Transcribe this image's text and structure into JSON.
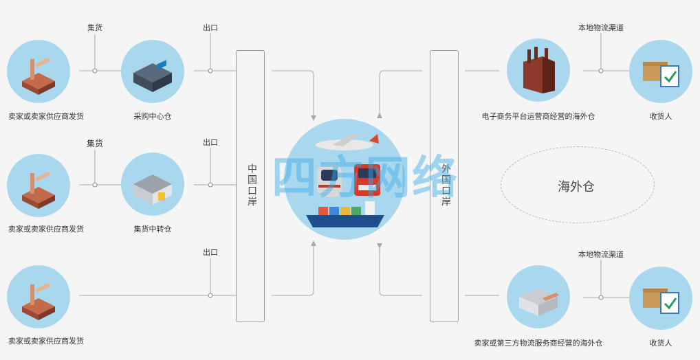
{
  "left_sources": [
    {
      "label": "卖家或卖家供应商发货"
    },
    {
      "label": "卖家或卖家供应商发货"
    },
    {
      "label": "卖家或卖家供应商发货"
    }
  ],
  "warehouses": [
    {
      "label": "采购中心仓"
    },
    {
      "label": "集货中转仓"
    }
  ],
  "connector_labels": {
    "collect_1": "集货",
    "collect_2": "集货",
    "export_1": "出口",
    "export_2": "出口",
    "export_3": "出口",
    "local_1": "本地物流渠道",
    "local_2": "本地物流渠道"
  },
  "china_port": "中国口岸",
  "foreign_port": "外国口岸",
  "right_warehouses": [
    {
      "label": "电子商务平台运营商经营的海外仓"
    },
    {
      "label": "卖家或第三方物流服务商经营的海外仓"
    }
  ],
  "receivers": [
    {
      "label": "收货人"
    },
    {
      "label": "收货人"
    }
  ],
  "overseas_oval": "海外仓",
  "watermark": {
    "text": "四方网络"
  },
  "colors": {
    "circle": "#a9d8ee",
    "background": "#f5f5f5",
    "line": "#a8a8a8",
    "watermark": "#3aaae6"
  }
}
